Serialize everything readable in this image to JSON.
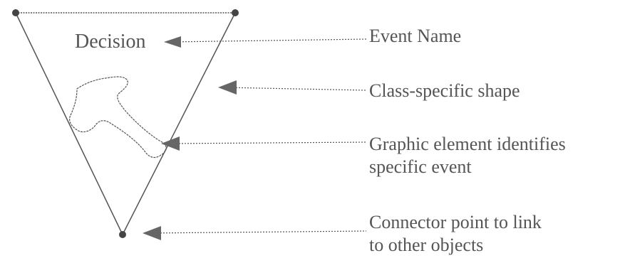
{
  "diagram": {
    "event_label": "Decision",
    "callouts": [
      {
        "id": "event-name",
        "lines": [
          "Event Name"
        ]
      },
      {
        "id": "class-shape",
        "lines": [
          "Class-specific shape"
        ]
      },
      {
        "id": "graphic-element",
        "lines": [
          "Graphic element identifies",
          "specific event"
        ]
      },
      {
        "id": "connector-point",
        "lines": [
          "Connector point to link",
          "to other objects"
        ]
      }
    ],
    "colors": {
      "line": "#555555",
      "dot": "#444444",
      "arrow": "#666666",
      "text": "#555555"
    }
  }
}
